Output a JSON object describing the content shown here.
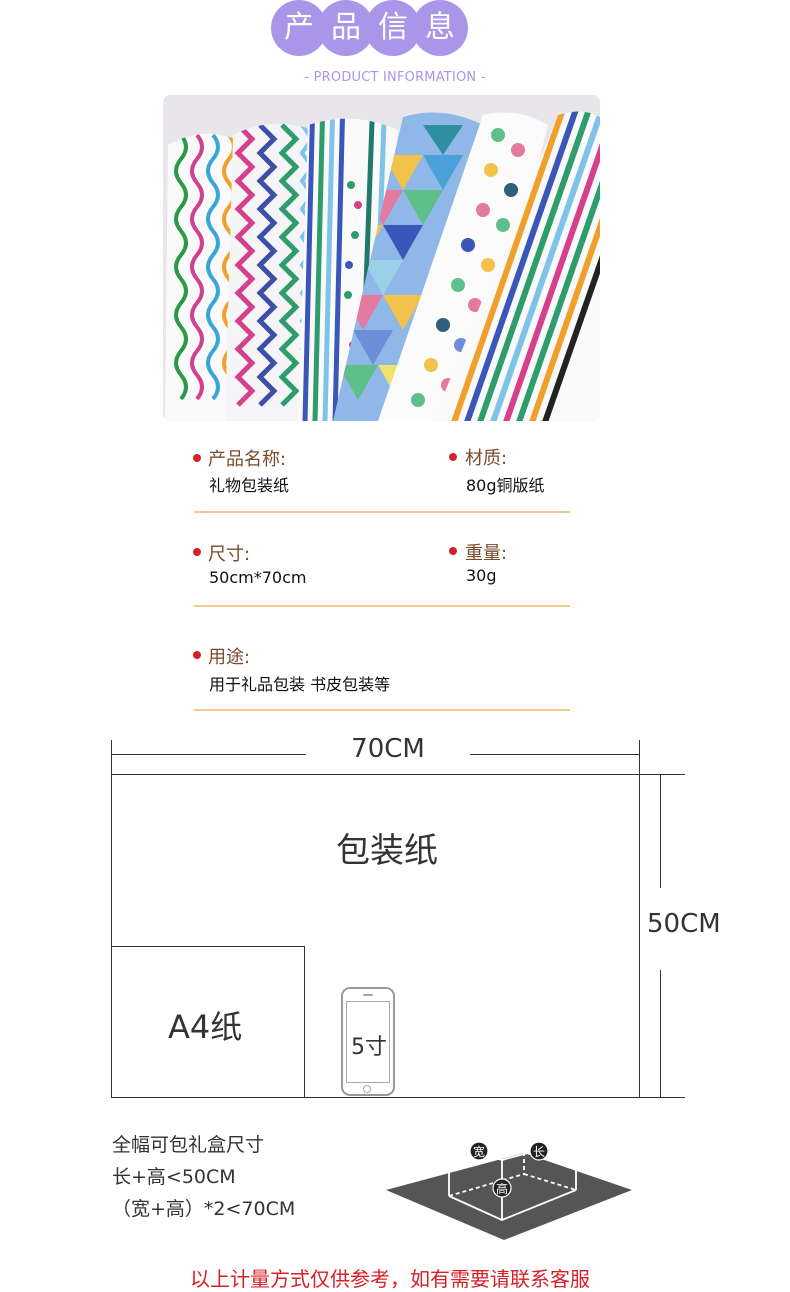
{
  "header": {
    "title_chars": [
      "产",
      "品",
      "信",
      "息"
    ],
    "subtitle": "- PRODUCT INFORMATION -",
    "accent_color": "#a996e8"
  },
  "product_image": {
    "icon": "wrapping-paper-rolls-photo"
  },
  "info": {
    "name_label": "产品名称:",
    "name_value": "礼物包装纸",
    "material_label": "材质:",
    "material_value": "80g铜版纸",
    "size_label": "尺寸:",
    "size_value": "50cm*70cm",
    "weight_label": "重量:",
    "weight_value": "30g",
    "usage_label": "用途:",
    "usage_value": "用于礼品包装 书皮包装等",
    "bullet_color": "#d8202a",
    "divider_color": "#f2c98f"
  },
  "diagram": {
    "width_label": "70CM",
    "height_label": "50CM",
    "paper_label": "包装纸",
    "a4_label": "A4纸",
    "phone_label": "5寸"
  },
  "notes": {
    "line1": "全幅可包礼盒尺寸",
    "line2": "长+高<50CM",
    "line3": "（宽+高）*2<70CM"
  },
  "box": {
    "width_tag": "宽",
    "length_tag": "长",
    "height_tag": "高"
  },
  "footer": {
    "disclaimer": "以上计量方式仅供参考，如有需要请联系客服"
  }
}
